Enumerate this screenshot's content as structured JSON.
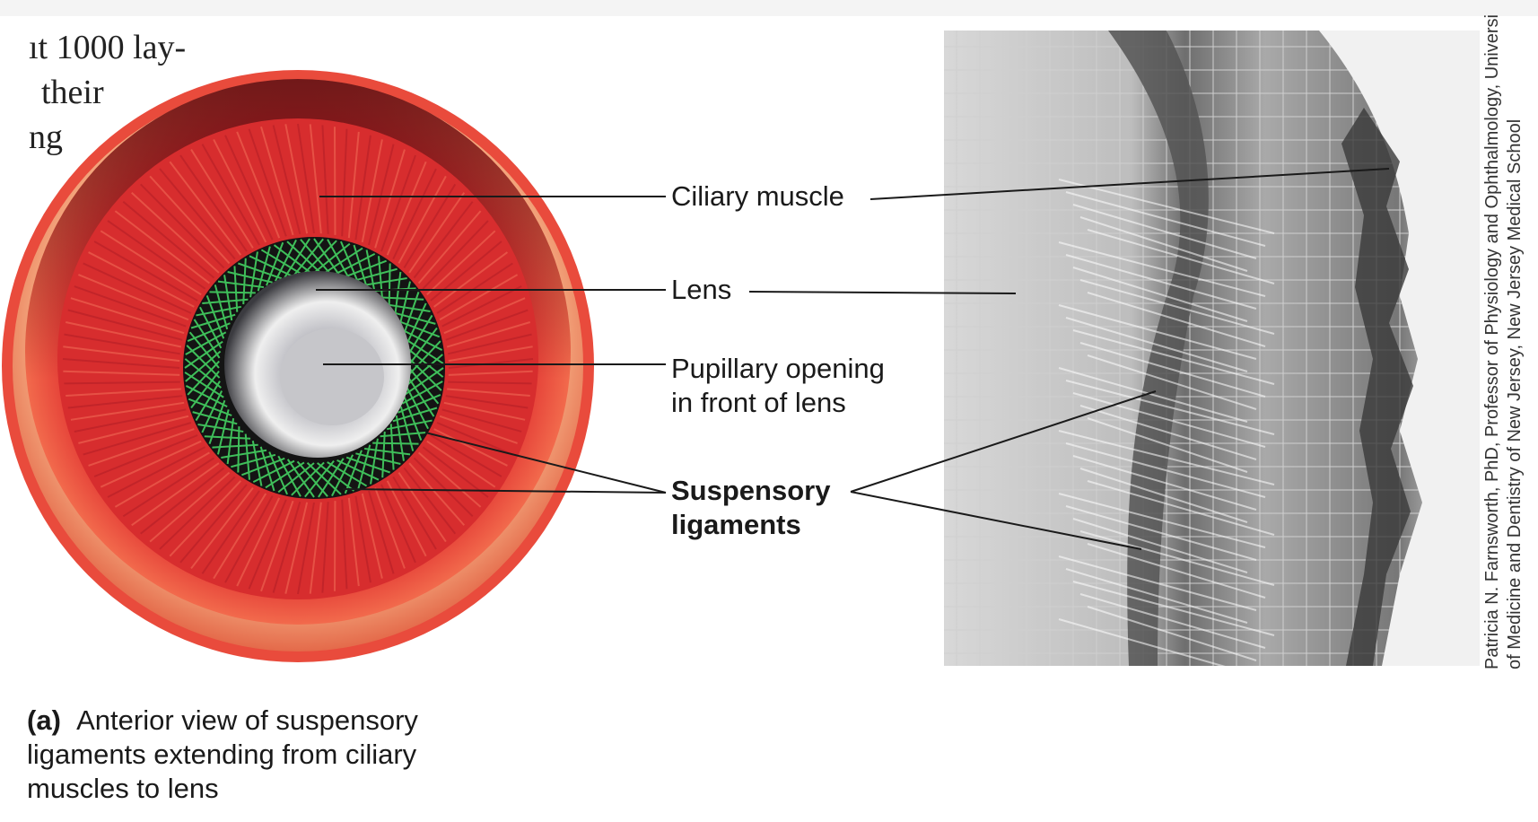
{
  "body_text_fragment": [
    "ıt 1000 lay-",
    "their",
    "ng"
  ],
  "labels": {
    "ciliary_muscle": "Ciliary muscle",
    "lens": "Lens",
    "pupillary_opening_line1": "Pupillary opening",
    "pupillary_opening_line2": "in front of lens",
    "suspensory_line1": "Suspensory",
    "suspensory_line2": "ligaments"
  },
  "caption": {
    "tag": "(a)",
    "line1": "Anterior view of suspensory",
    "line2": "ligaments extending from ciliary",
    "line3": "muscles to lens"
  },
  "credit": {
    "line1": "Patricia N. Farnsworth, PhD, Professor of Physiology and Ophthalmology, Universi",
    "line2": "of Medicine and Dentistry of New Jersey, New Jersey Medical School"
  },
  "colors": {
    "eye_outer_ring": "#e0403a",
    "iris_red": "#c8242a",
    "ligament_green": "#3fbf5a",
    "lens_gray": "#c9c9cc",
    "leader_line": "#1a1a1a"
  }
}
